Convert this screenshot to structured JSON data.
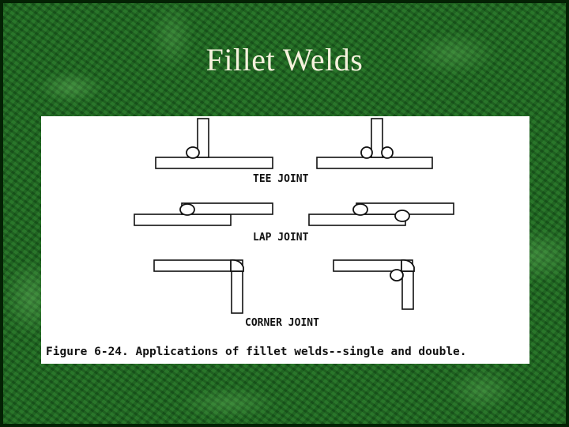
{
  "slide": {
    "title": "Fillet Welds"
  },
  "figure": {
    "labels": {
      "tee": "TEE JOINT",
      "lap": "LAP JOINT",
      "corner": "CORNER JOINT"
    },
    "caption": "Figure 6-24.  Applications of fillet welds--single and double."
  }
}
